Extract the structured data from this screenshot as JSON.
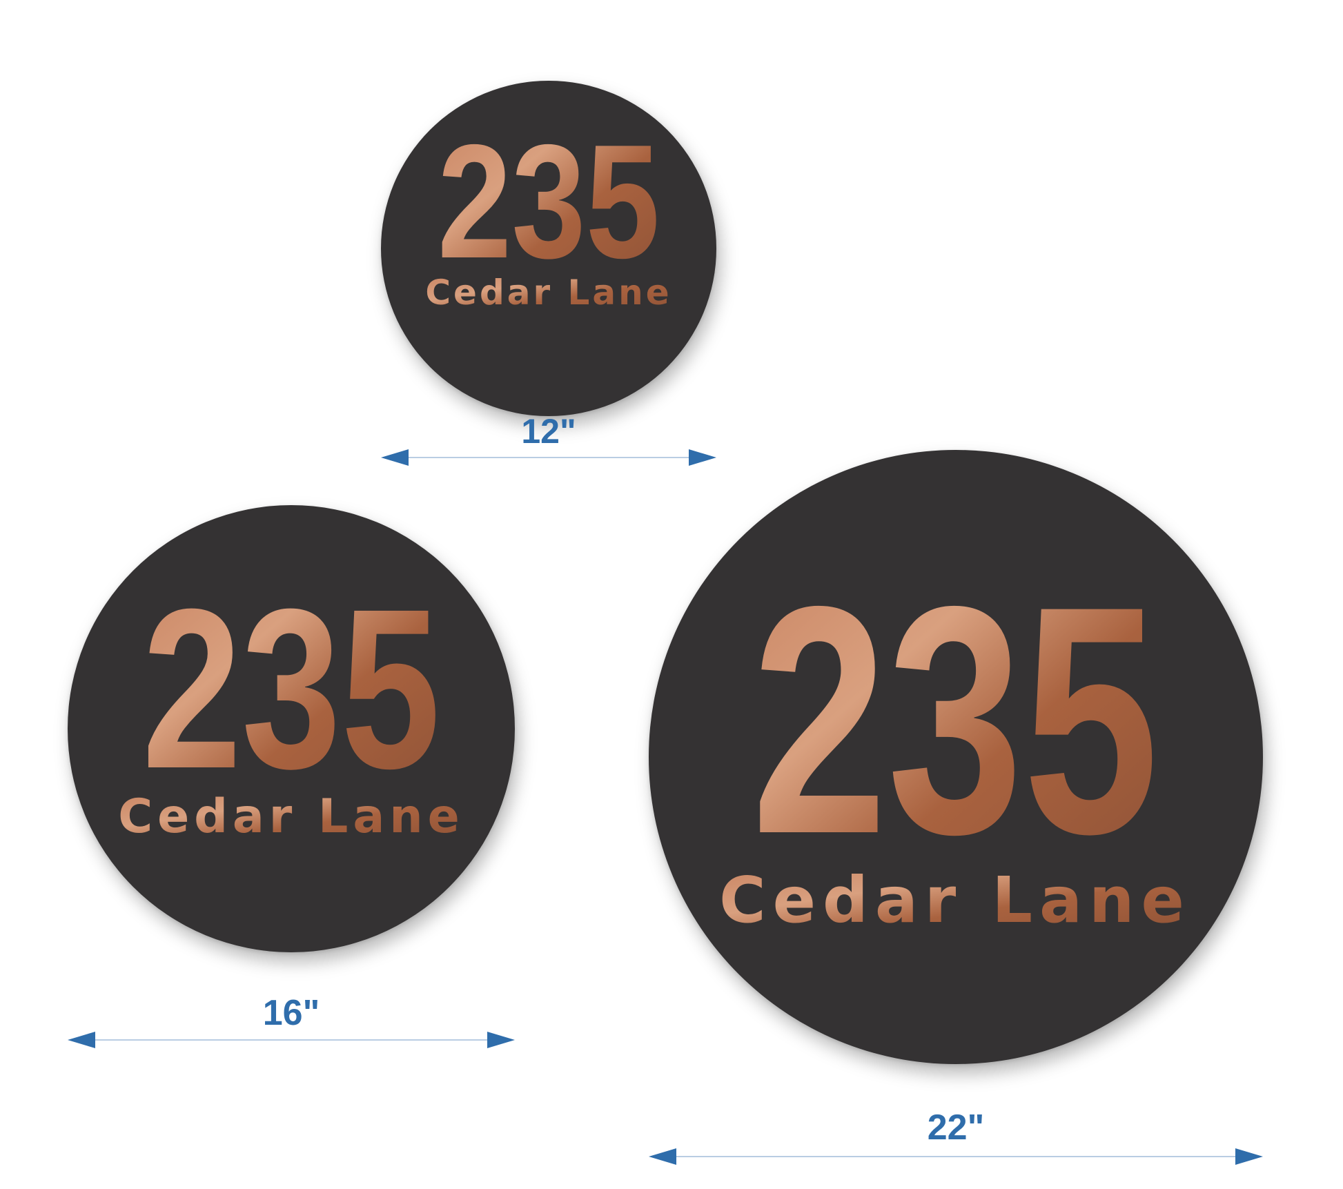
{
  "signs": [
    {
      "number": "235",
      "street": "Cedar Lane",
      "size_label": "12\""
    },
    {
      "number": "235",
      "street": "Cedar Lane",
      "size_label": "16\""
    },
    {
      "number": "235",
      "street": "Cedar Lane",
      "size_label": "22\""
    }
  ],
  "colors": {
    "plate": "#343233",
    "copper_light": "#d69a78",
    "copper_mid": "#b87250",
    "copper_dark": "#8e5236",
    "dimension": "#2f6dab",
    "dimension_line": "#b9cde3"
  }
}
